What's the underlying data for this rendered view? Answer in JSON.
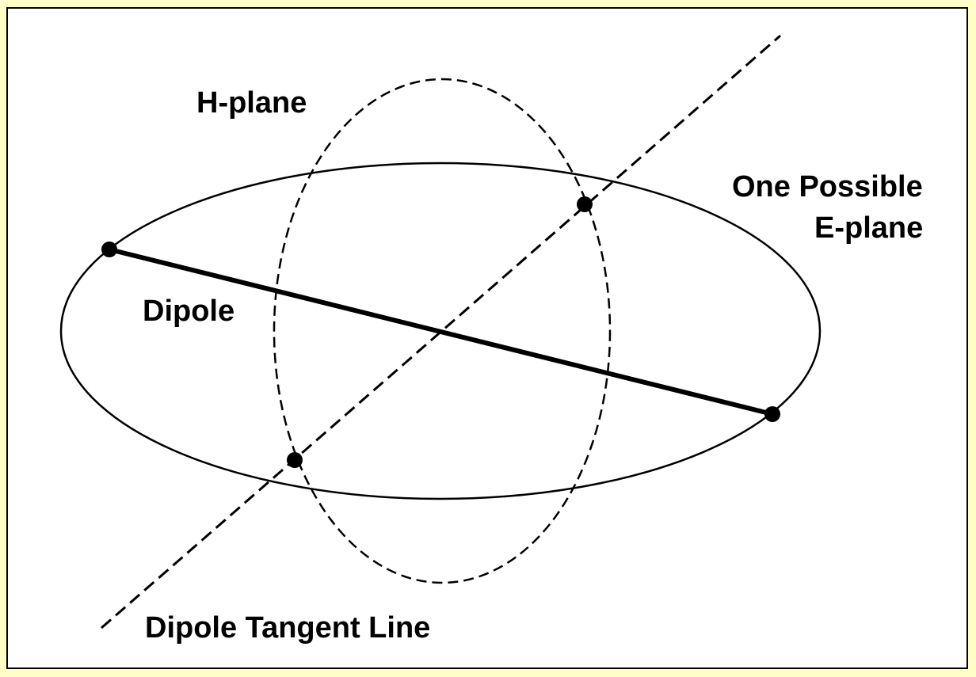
{
  "labels": {
    "h_plane": "H-plane",
    "e_plane_line1": "One Possible",
    "e_plane_line2": "E-plane",
    "dipole": "Dipole",
    "tangent_line": "Dipole Tangent Line"
  },
  "colors": {
    "page_background": "#fffec8",
    "canvas_background": "#ffffff",
    "ink": "#000000"
  }
}
